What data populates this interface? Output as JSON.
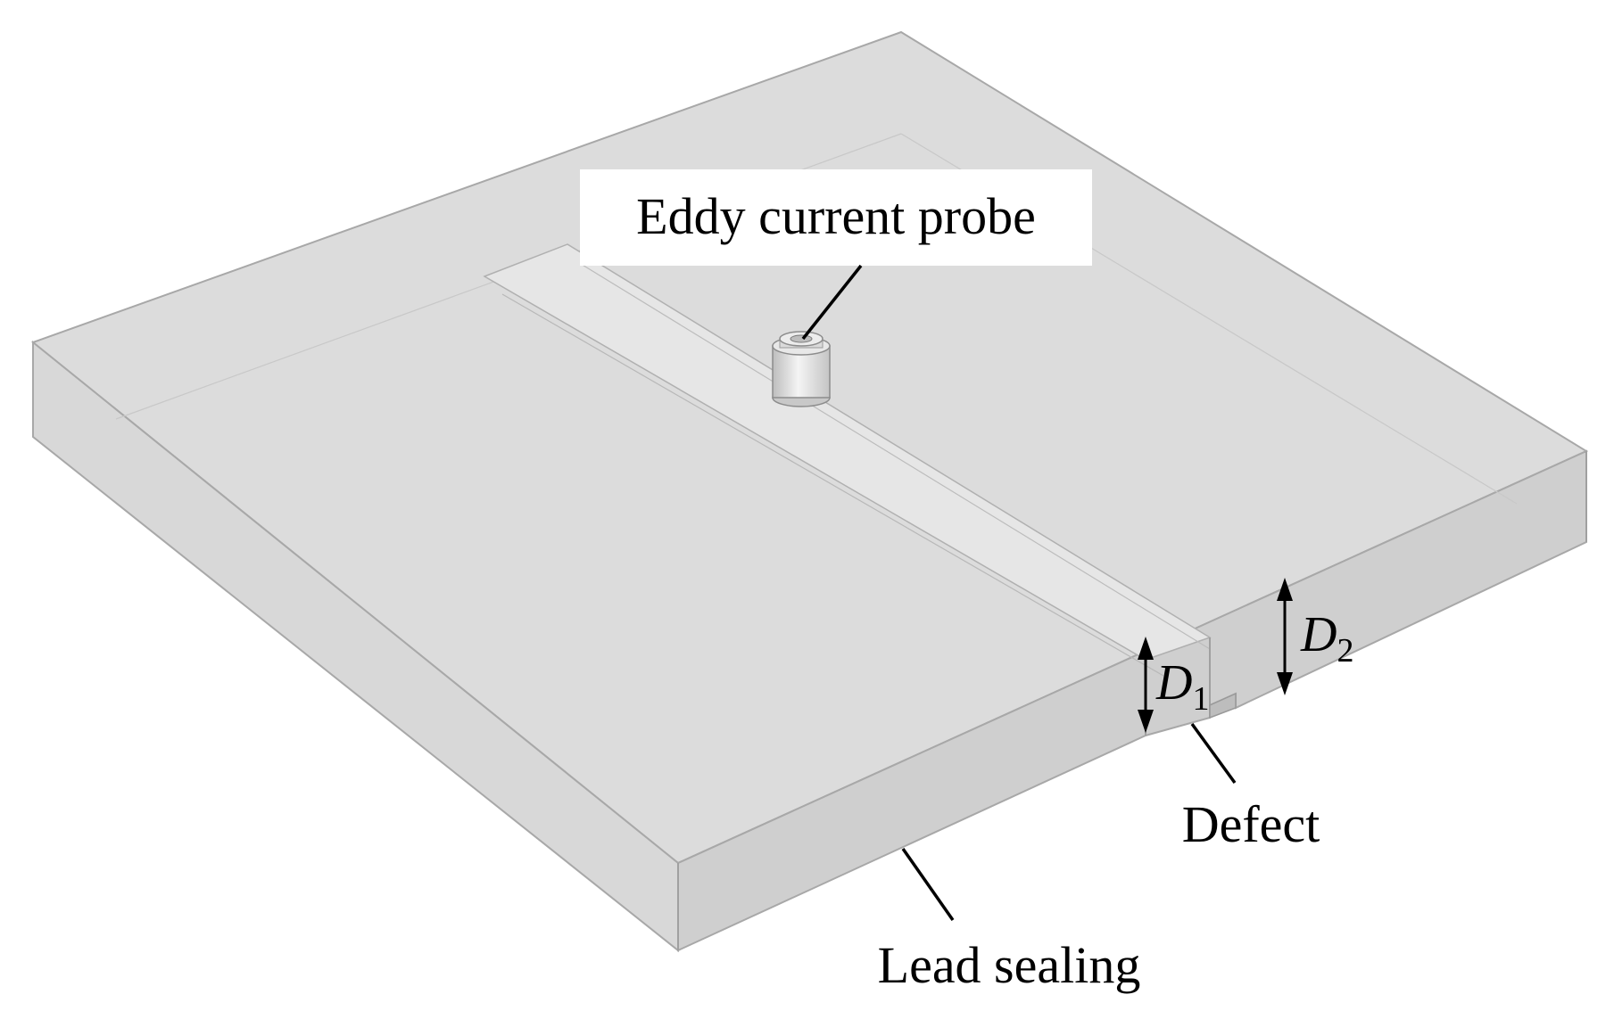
{
  "labels": {
    "probe": "Eddy current probe",
    "defect": "Defect",
    "lead_sealing": "Lead sealing"
  },
  "dimensions": {
    "d1": {
      "symbol": "D",
      "subscript": "1"
    },
    "d2": {
      "symbol": "D",
      "subscript": "2"
    }
  },
  "colors": {
    "block_top": "#dcdcdc",
    "block_side": "#d0d0d0",
    "edge": "#a8a8a8",
    "groove": "#e6e6e6",
    "label_box": "#ffffff",
    "text": "#000000"
  }
}
